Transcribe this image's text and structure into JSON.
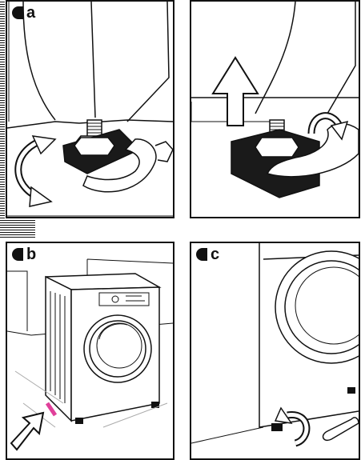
{
  "panels": {
    "a": {
      "label": "a"
    },
    "b": {
      "label": "b"
    },
    "c": {
      "label": "c"
    }
  },
  "colors": {
    "ink": "#111111",
    "paper": "#ffffff",
    "dark_pad": "#1a1a1a",
    "highlight": "#e0409a"
  },
  "icons": [
    "wrench-icon",
    "rotate-arrow-icon",
    "up-arrow-icon",
    "diagonal-arrow-icon",
    "washing-machine",
    "adjustable-foot"
  ]
}
